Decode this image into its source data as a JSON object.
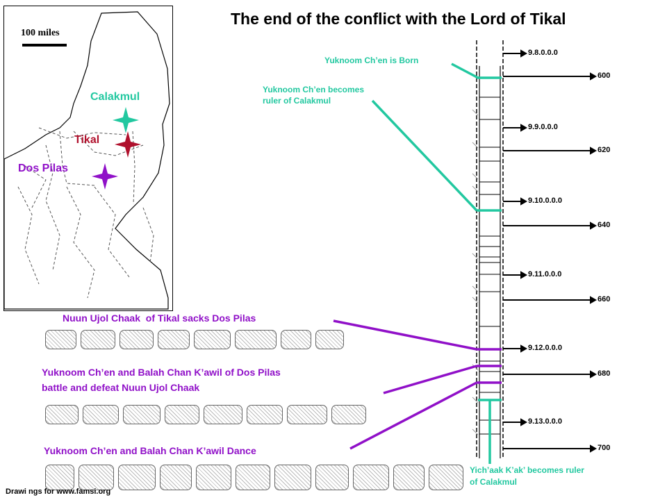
{
  "title": "The end of the conflict with the Lord of Tikal",
  "map": {
    "scale_label": "100 miles",
    "cities": [
      {
        "name": "Calakmul",
        "color": "#22c8a0"
      },
      {
        "name": "Tikal",
        "color": "#b0102c"
      },
      {
        "name": "Dos Pilas",
        "color": "#9010c8"
      }
    ]
  },
  "events": {
    "born": "Yuknoom Ch’en is Born",
    "ruler_line1": "Yuknoom Ch’en becomes",
    "ruler_line2": "ruler of Calakmul",
    "sack": "Nuun Ujol Chaak  of Tikal sacks Dos Pilas",
    "battle_line1": "Yuknoom Ch’en and Balah Chan K’awil of Dos Pilas",
    "battle_line2": "battle and defeat Nuun Ujol Chaak",
    "dance": "Yuknoom Ch’en and Balah Chan K’awil Dance",
    "yichaak_line1": "Yich’aak K’ak’ becomes ruler",
    "yichaak_line2": "of Calakmul"
  },
  "timeline": {
    "long_count": [
      "9.8.0.0.0",
      "9.9.0.0.0",
      "9.10.0.0.0",
      "9.11.0.0.0",
      "9.12.0.0.0",
      "9.13.0.0.0"
    ],
    "years": [
      "600",
      "620",
      "640",
      "660",
      "680",
      "700"
    ]
  },
  "credit": "Drawi ngs for www.famsi.org",
  "colors": {
    "teal": "#22c8a0",
    "purple": "#9010c8",
    "tikal_red": "#b0102c"
  }
}
